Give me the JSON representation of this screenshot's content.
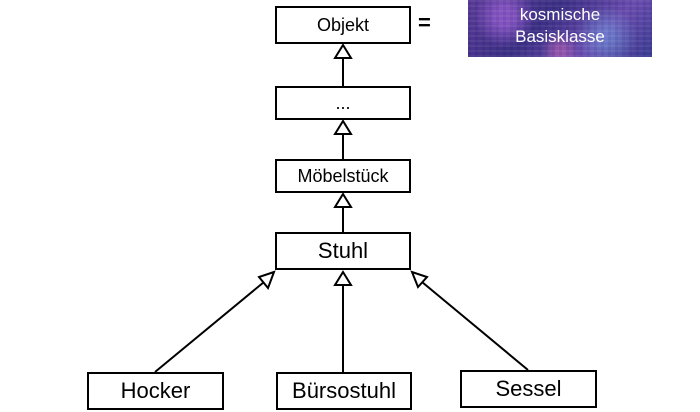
{
  "diagram": {
    "classes": {
      "objekt": "Objekt",
      "dots": "...",
      "moebelstueck": "Möbelstück",
      "stuhl": "Stuhl",
      "hocker": "Hocker",
      "buersostuhl": "Bürsostuhl",
      "sessel": "Sessel"
    },
    "equals_sign": "=",
    "cosmic_label": {
      "line1": "kosmische",
      "line2": "Basisklasse"
    }
  }
}
